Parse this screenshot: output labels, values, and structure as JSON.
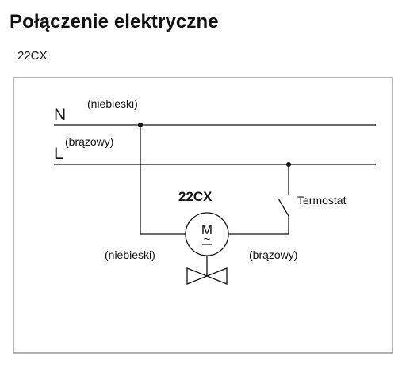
{
  "page": {
    "title": "Połączenie elektryczne",
    "subtitle": "22CX"
  },
  "diagram": {
    "line_n_label": "N",
    "line_n_color": "(niebieski)",
    "line_l_label": "L",
    "line_l_color": "(brązowy)",
    "device_label": "22CX",
    "motor_symbol": "M",
    "motor_tilde": "~",
    "thermostat_label": "Termostat",
    "left_wire_color": "(niebieski)",
    "right_wire_color": "(brązowy)"
  }
}
